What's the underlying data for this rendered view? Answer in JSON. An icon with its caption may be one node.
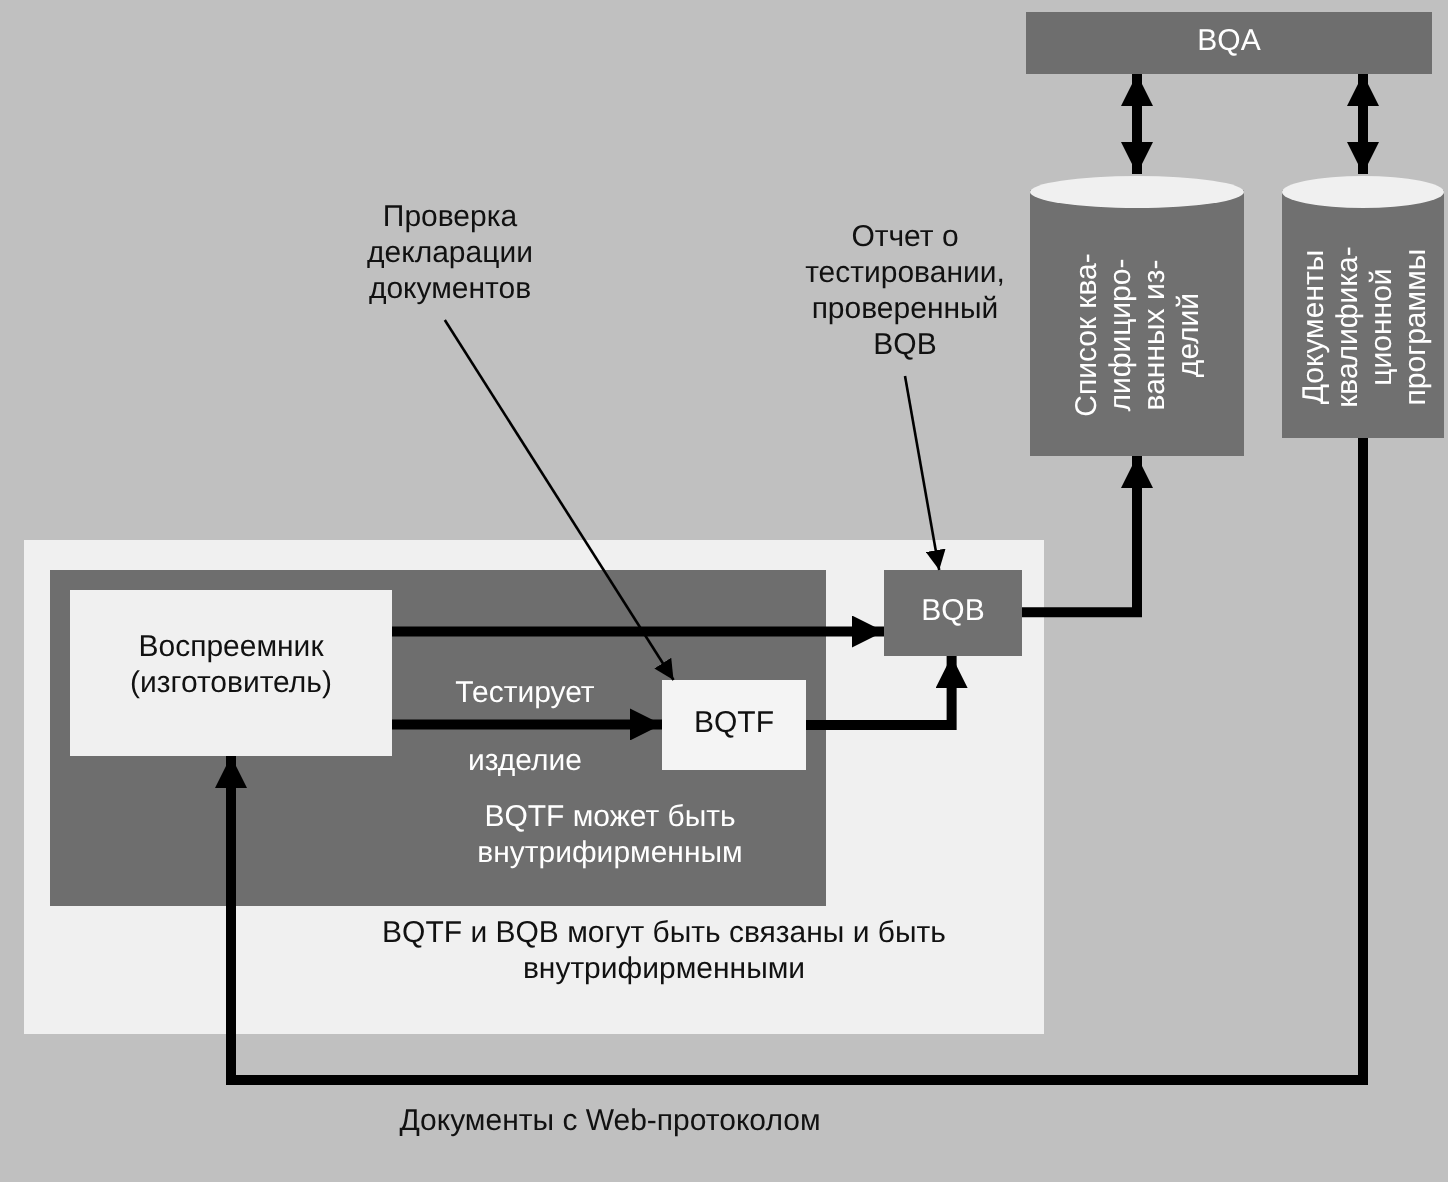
{
  "diagram": {
    "nodes": [
      {
        "text": [
          "BQTF и BQB могут быть связаны и быть внутрифирменными"
        ]
      },
      {
        "text": [
          "BQTF может быть внутрифирменным"
        ],
        "in": 0
      },
      {
        "text": [
          "Воспреемник (изготовитель)"
        ],
        "in": 1
      },
      {
        "text": [
          "BQTF"
        ],
        "in": 1
      },
      {
        "text": [
          "BQB"
        ],
        "in": 0
      },
      {
        "text": [
          "BQA"
        ]
      },
      {
        "text": [
          "Список ква- лифициро- ванных из- делий"
        ]
      },
      {
        "text": [
          "Документы квалифика- ционной программы"
        ]
      },
      {
        "text": [
          "Проверка декларации документов"
        ]
      },
      {
        "text": [
          "Отчет о тестировании, проверенный BQB"
        ]
      }
    ],
    "edges": [
      {
        "from": 2,
        "to": 4,
        "arrow": "to"
      },
      {
        "from": 2,
        "to": 3,
        "arrow": "to",
        "label": "Тестирует изделие"
      },
      {
        "from": 3,
        "to": 4,
        "arrow": "to"
      },
      {
        "from": 4,
        "to": 6,
        "arrow": "to"
      },
      {
        "from": 6,
        "to": 5,
        "arrow": "both"
      },
      {
        "from": 7,
        "to": 5,
        "arrow": "both"
      },
      {
        "from": 7,
        "to": 2,
        "arrow": "to",
        "label": "Документы с Web-протоколом"
      },
      {
        "from": 8,
        "to": 3,
        "arrow": "to"
      },
      {
        "from": 9,
        "to": 4,
        "arrow": "to"
      }
    ]
  }
}
